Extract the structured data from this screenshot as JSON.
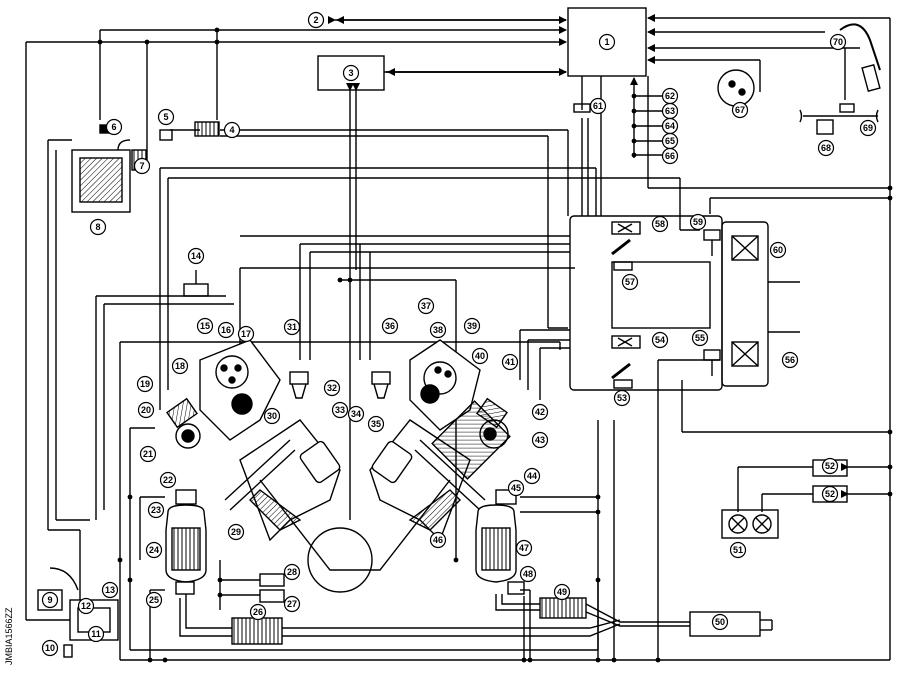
{
  "diagram_code": "JMBIA1566ZZ",
  "callouts": [
    "1",
    "2",
    "3",
    "4",
    "5",
    "6",
    "7",
    "8",
    "9",
    "10",
    "11",
    "12",
    "13",
    "14",
    "15",
    "16",
    "17",
    "18",
    "19",
    "20",
    "21",
    "22",
    "23",
    "24",
    "25",
    "26",
    "27",
    "28",
    "29",
    "30",
    "31",
    "32",
    "33",
    "34",
    "35",
    "36",
    "37",
    "38",
    "39",
    "40",
    "41",
    "42",
    "43",
    "44",
    "45",
    "46",
    "47",
    "48",
    "49",
    "50",
    "51",
    "52",
    "53",
    "54",
    "55",
    "56",
    "57",
    "58",
    "59",
    "60",
    "61",
    "62",
    "63",
    "64",
    "65",
    "66",
    "67",
    "68",
    "69",
    "70"
  ]
}
